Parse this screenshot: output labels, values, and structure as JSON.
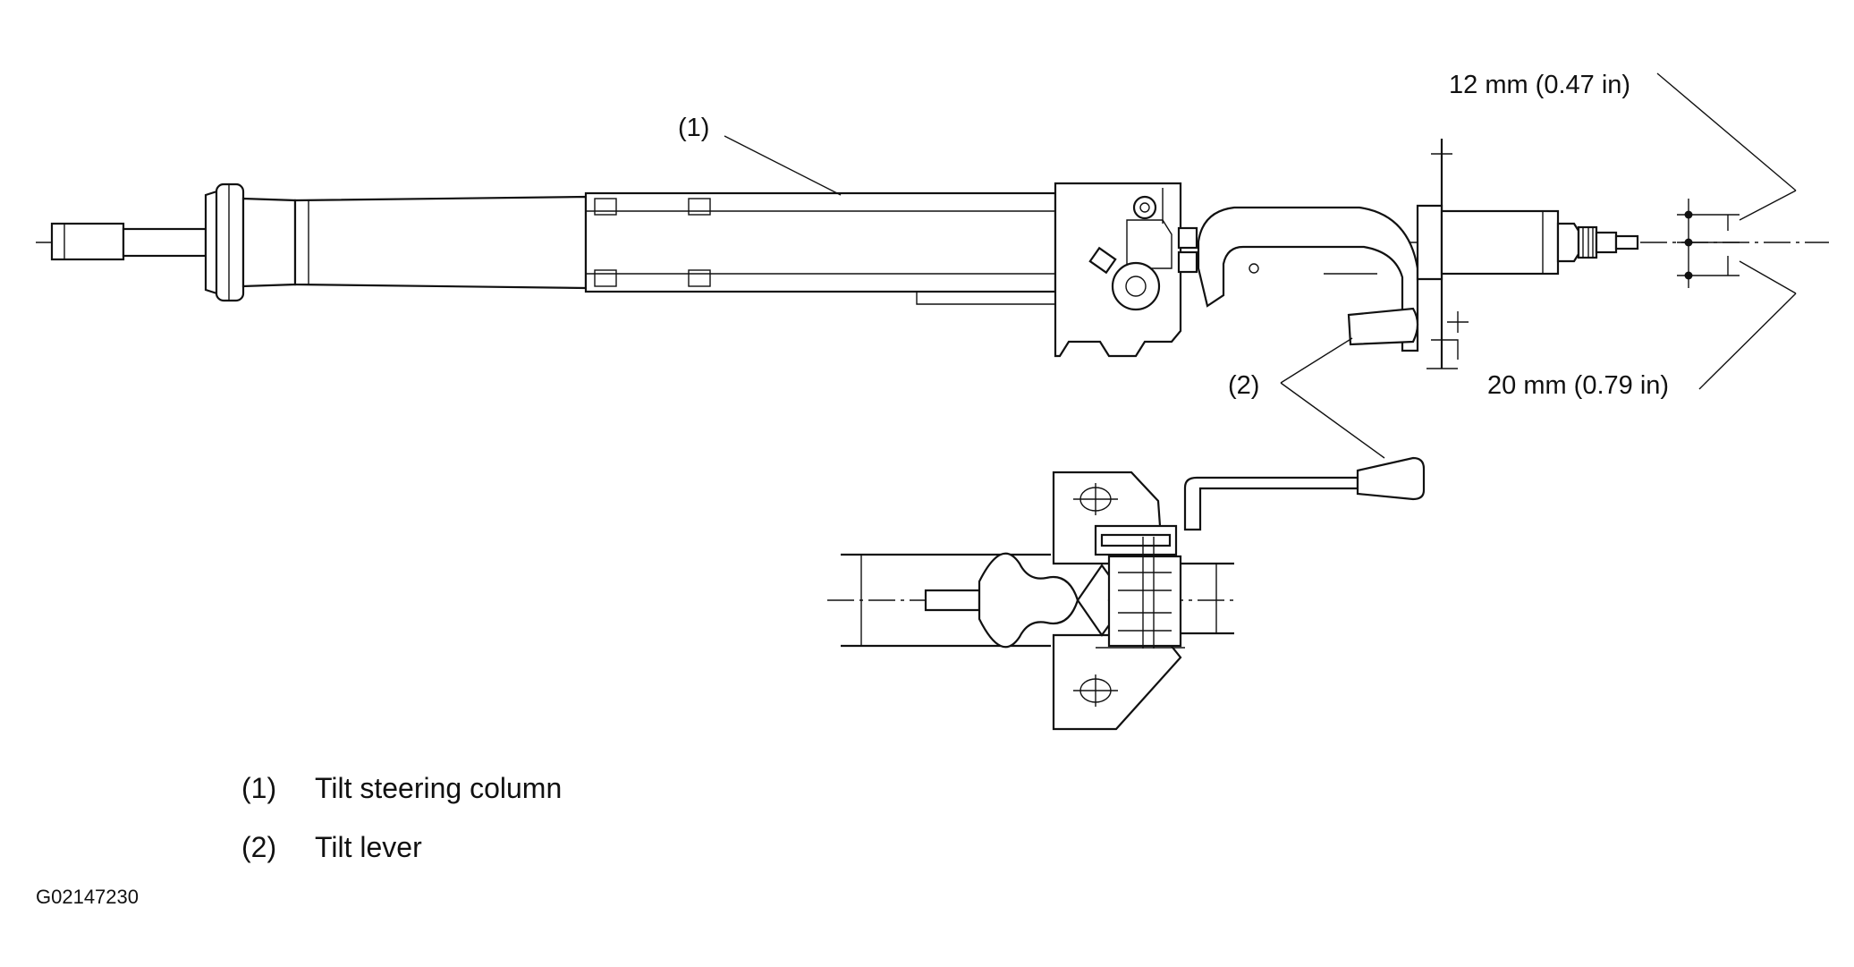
{
  "callouts": {
    "c1": "(1)",
    "c2": "(2)",
    "dim_upper": "12 mm (0.47 in)",
    "dim_lower": "20 mm (0.79 in)"
  },
  "legend": [
    {
      "num": "(1)",
      "text": "Tilt steering column"
    },
    {
      "num": "(2)",
      "text": "Tilt lever"
    }
  ],
  "figure_id": "G02147230"
}
